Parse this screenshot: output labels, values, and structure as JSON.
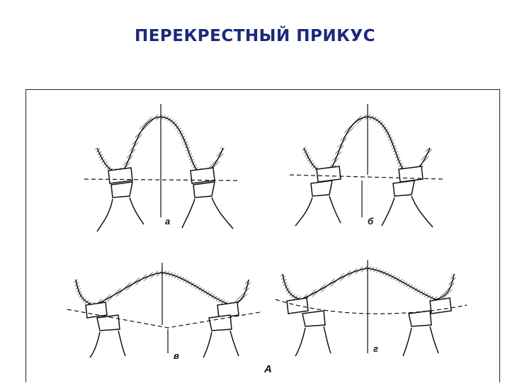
{
  "title": "ПЕРЕКРЕСТНЫЙ ПРИКУС",
  "figure": {
    "panels": [
      {
        "id": "a",
        "label": "а",
        "arch": "narrow"
      },
      {
        "id": "b",
        "label": "б",
        "arch": "narrow"
      },
      {
        "id": "v",
        "label": "в",
        "arch": "wide"
      },
      {
        "id": "g",
        "label": "г",
        "arch": "wide"
      }
    ],
    "caption": "А"
  }
}
